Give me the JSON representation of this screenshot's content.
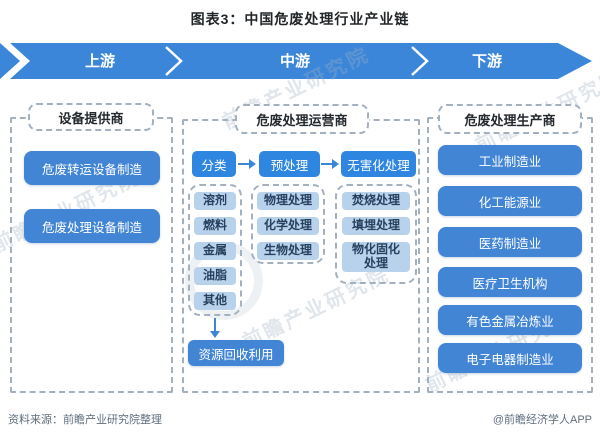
{
  "title": "图表3：中国危废处理行业产业链",
  "banner": {
    "segments": [
      "上游",
      "中游",
      "下游"
    ]
  },
  "upstream": {
    "header": "设备提供商",
    "items": [
      "危废转运设备制造",
      "危废处理设备制造"
    ]
  },
  "midstream": {
    "header": "危废处理运营商",
    "stages": [
      {
        "label": "分类",
        "items": [
          "溶剂",
          "燃料",
          "金属",
          "油脂",
          "其他"
        ]
      },
      {
        "label": "预处理",
        "items": [
          "物理处理",
          "化学处理",
          "生物处理"
        ]
      },
      {
        "label": "无害化处理",
        "items": [
          "焚烧处理",
          "填埋处理",
          "物化固化处理"
        ]
      }
    ],
    "recycle_label": "资源回收利用"
  },
  "downstream": {
    "header": "危废处理生产商",
    "items": [
      "工业制造业",
      "化工能源业",
      "医药制造业",
      "医疗卫生机构",
      "有色金属冶炼业",
      "电子电器制造业"
    ]
  },
  "footer": {
    "source": "资料来源：前瞻产业研究院整理",
    "credit": "@前瞻经济学人APP"
  },
  "watermark": {
    "text": "前瞻产业研究院"
  },
  "colors": {
    "banner_blue": "#3c86d9",
    "node_blue": "#4285d5",
    "stage_blue": "#2e86e0",
    "chip_light_blue": "#b9d2ec",
    "chip_text": "#27405f",
    "dashed_border": "#a3b1bf",
    "text_dark": "#222629",
    "footer_gray": "#5f6e7d"
  }
}
